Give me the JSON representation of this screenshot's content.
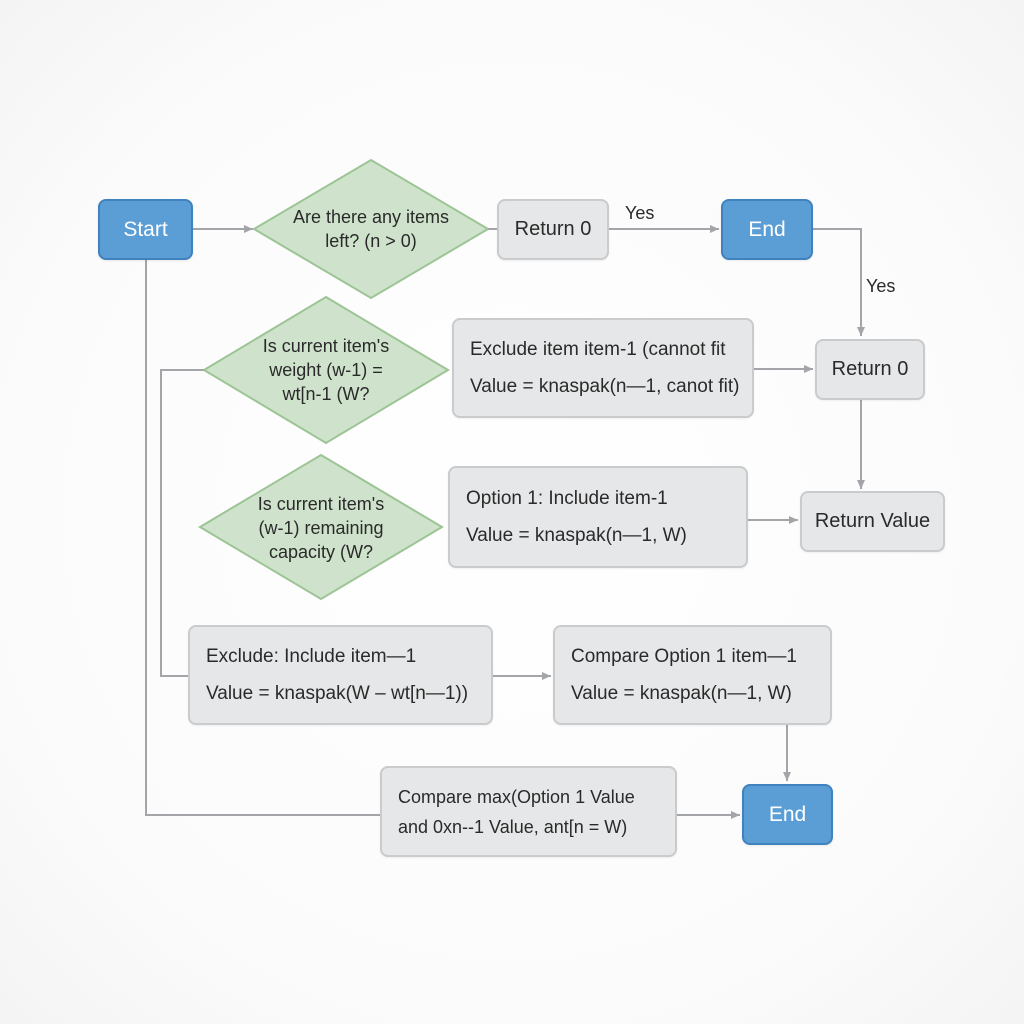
{
  "nodes": {
    "start": "Start",
    "decision_items_left": {
      "line1": "Are there any items",
      "line2": "left? (n > 0)"
    },
    "return0_top": "Return 0",
    "end_top": "End",
    "decision_weight": {
      "line1": "Is current item's",
      "line2": "weight (w-1) =",
      "line3": "wt[n-1 (W?"
    },
    "exclude_cannot_fit": {
      "line1": "Exclude item item-1 (cannot fit",
      "line2": "Value = knaspak(n—1, canot fit)"
    },
    "return0_right": "Return 0",
    "decision_capacity": {
      "line1": "Is current item's",
      "line2": "(w-1) remaining",
      "line3": "capacity (W?"
    },
    "option1": {
      "line1": "Option 1: Include item-1",
      "line2": "Value = knaspak(n—1, W)"
    },
    "return_value": "Return Value",
    "exclude_include": {
      "line1": "Exclude: Include item—1",
      "line2": "Value = knaspak(W – wt[n—1))"
    },
    "compare_option1": {
      "line1": "Compare Option 1 item—1",
      "line2": "Value = knaspak(n—1, W)"
    },
    "compare_max": {
      "line1": "Compare max(Option 1 Value",
      "line2": "and 0xn--1 Value, ant[n = W)"
    },
    "end_bottom": "End"
  },
  "edge_labels": {
    "yes_top": "Yes",
    "yes_right": "Yes"
  },
  "colors": {
    "terminal_fill": "#5b9ed6",
    "terminal_border": "#3f82bd",
    "decision_fill": "#cfe3cc",
    "decision_border": "#9cc495",
    "process_fill": "#e6e7e8",
    "process_border": "#c9cbcd",
    "connector": "#a3a5a8"
  }
}
